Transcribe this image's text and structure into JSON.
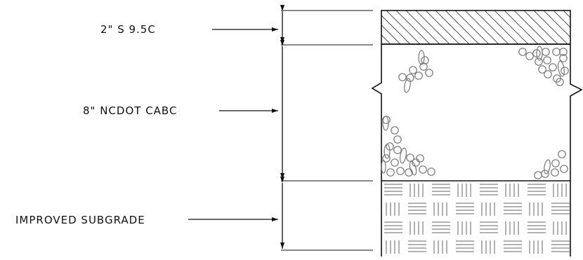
{
  "labels": {
    "surface": "2\" S 9.5C",
    "base": "8\" NCDOT CABC",
    "subgrade": "IMPROVED SUBGRADE"
  },
  "colors": {
    "line": "#111111",
    "hatch": "#555555",
    "aggregate": "#777777"
  }
}
